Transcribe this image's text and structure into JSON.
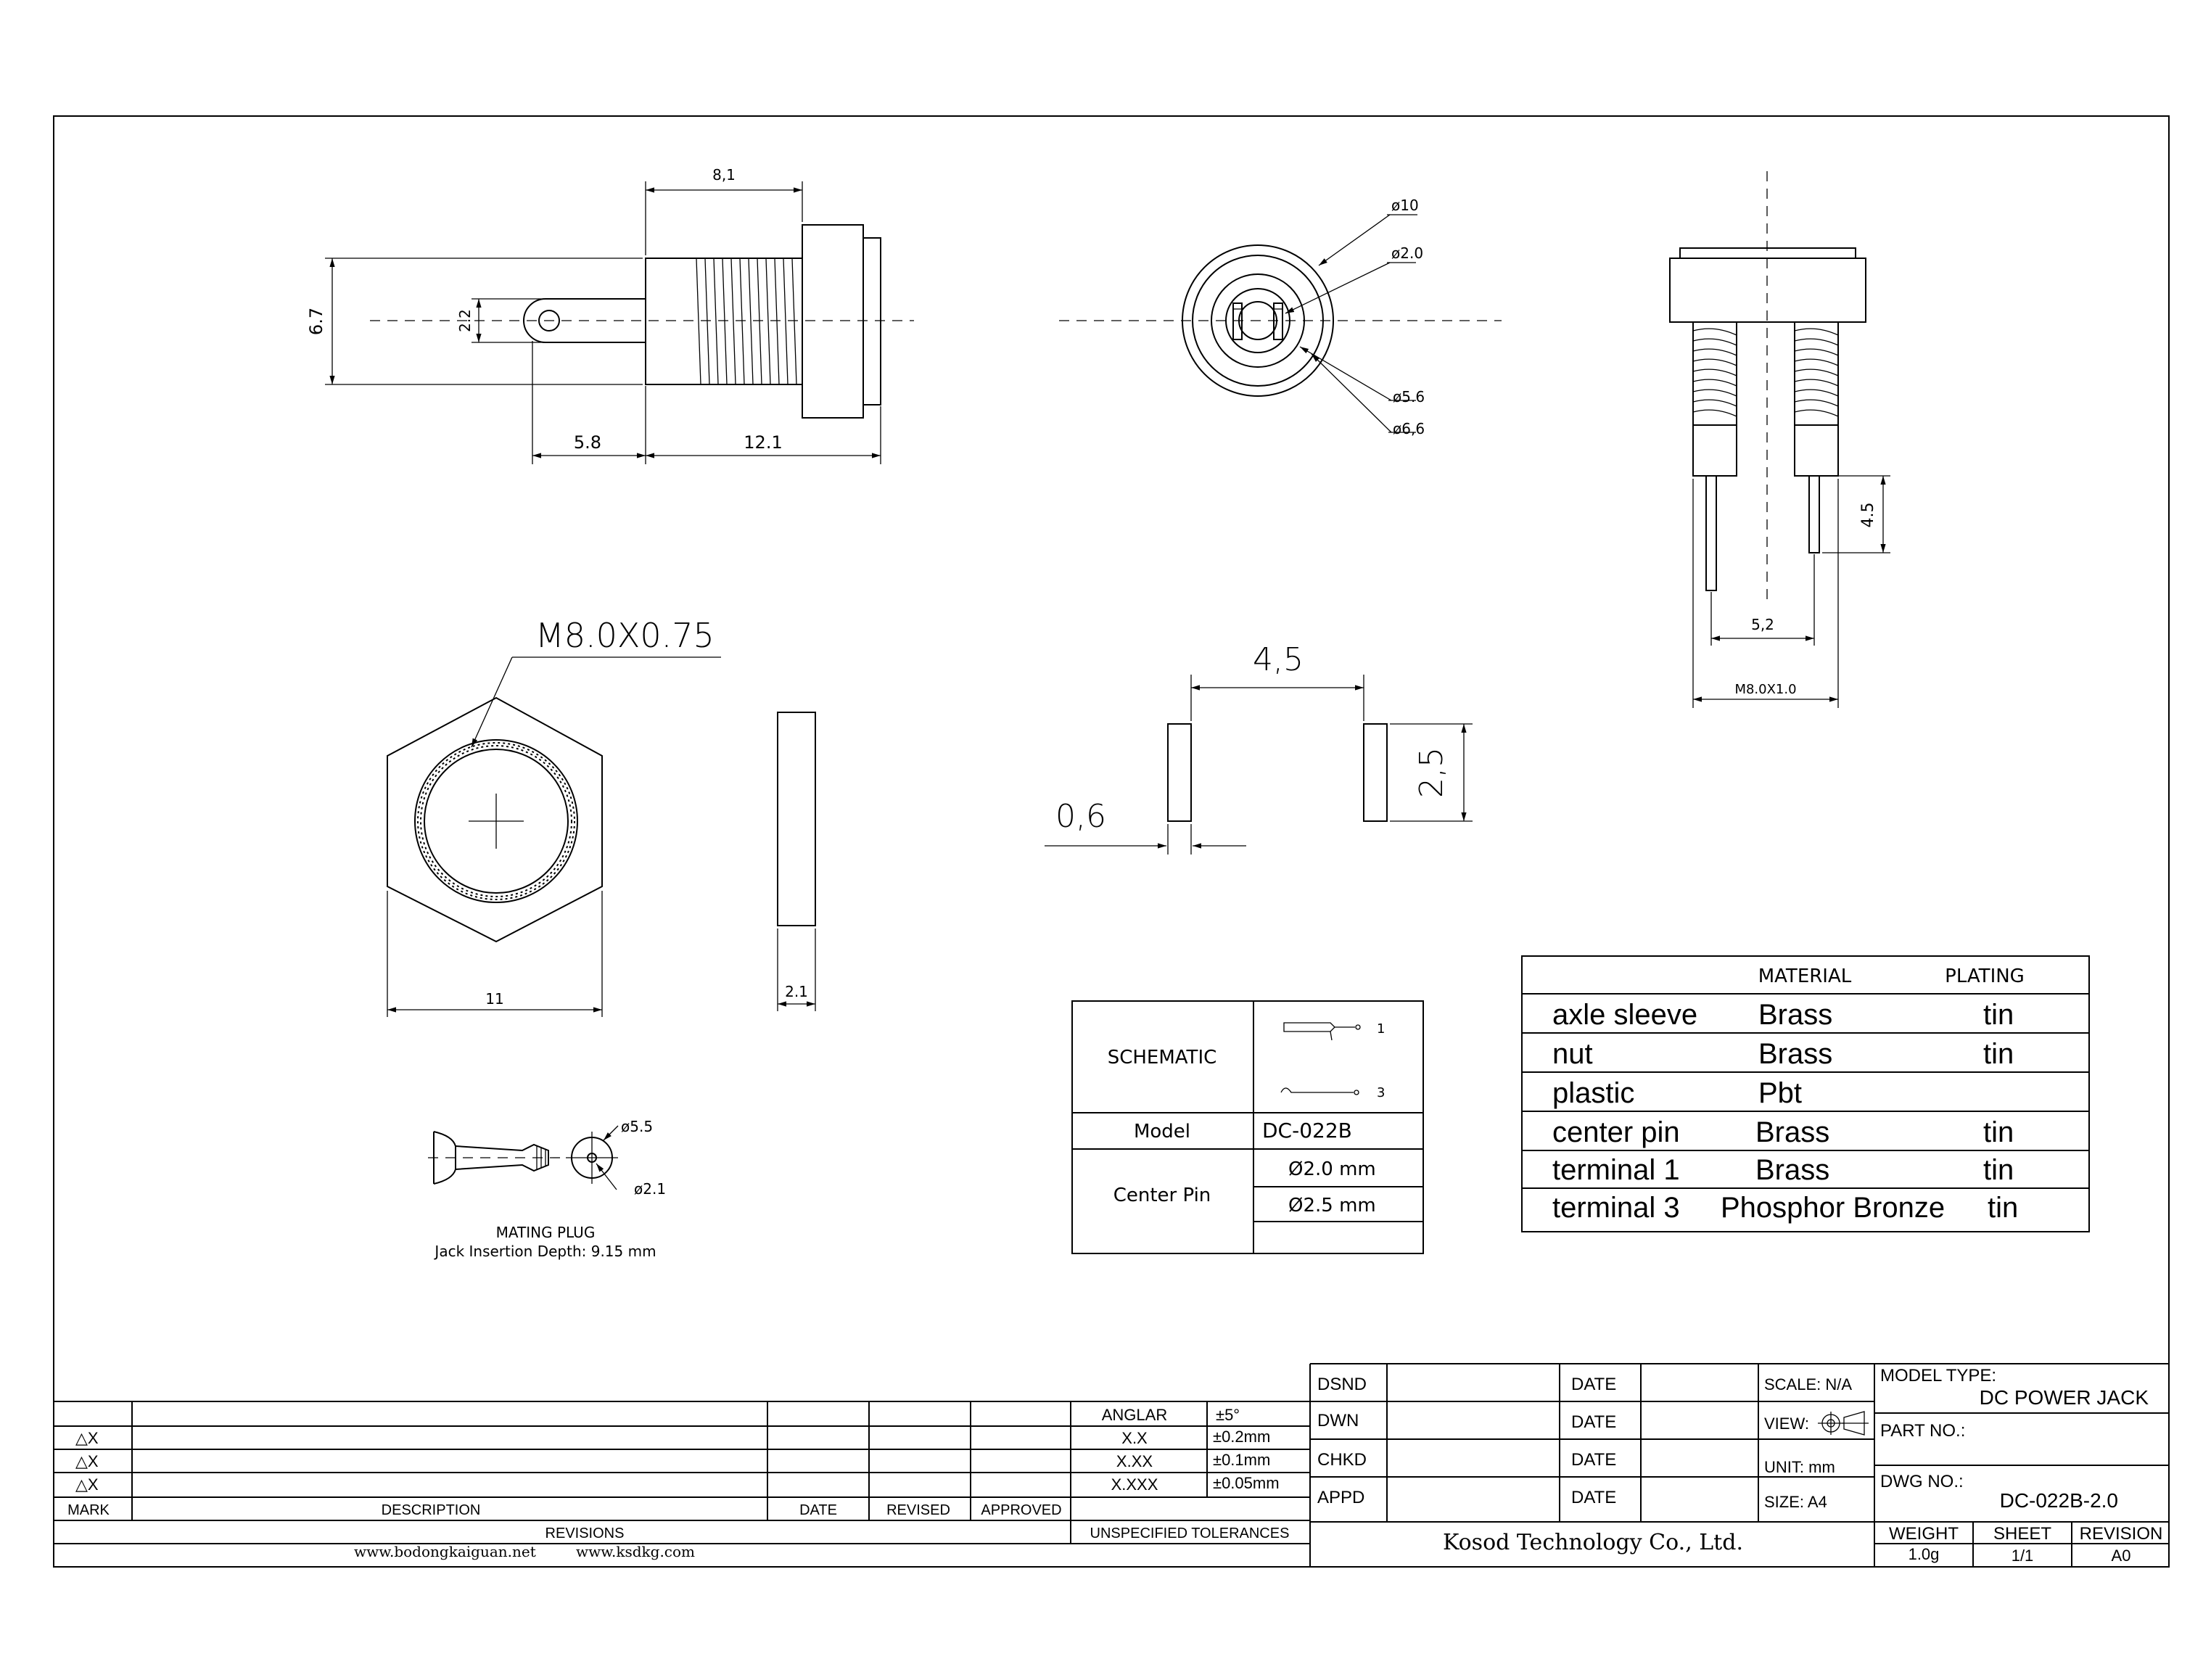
{
  "front_view": {
    "dim_width_top": "8,1",
    "dim_height": "6.7",
    "dim_tab": "2.2",
    "dim_tab_len": "5.8",
    "dim_body_len": "12.1"
  },
  "end_view": {
    "dim_d10": "ø10",
    "dim_d20": "ø2.0",
    "dim_d56": "ø5.6",
    "dim_d66": "ø6,6"
  },
  "side_view": {
    "dim_45": "4.5",
    "dim_52": "5,2",
    "dim_thread": "M8.0X1.0"
  },
  "nut_view": {
    "thread_label": "M8.0X0.75",
    "dim_width": "11",
    "dim_thick": "2.1"
  },
  "pin_detail": {
    "dim_spacing": "4,5",
    "dim_height": "2,5",
    "dim_width": "0,6"
  },
  "mating_plug": {
    "dim_outer": "ø5.5",
    "dim_inner": "ø2.1",
    "title": "MATING PLUG",
    "subtitle": "Jack Insertion Depth: 9.15 mm"
  },
  "schematic_table": {
    "schematic_label": "SCHEMATIC",
    "pin1": "1",
    "pin3": "3",
    "model_label": "Model",
    "model_value": "DC-022B",
    "center_pin_label": "Center Pin",
    "center_pin_values": [
      "Ø2.0 mm",
      "Ø2.5 mm"
    ]
  },
  "material_table": {
    "headers": [
      "MATERIAL",
      "PLATING"
    ],
    "rows": [
      {
        "part": "axle sleeve",
        "material": "Brass",
        "plating": "tin"
      },
      {
        "part": "nut",
        "material": "Brass",
        "plating": "tin"
      },
      {
        "part": "plastic",
        "material": "Pbt",
        "plating": ""
      },
      {
        "part": "center pin",
        "material": "Brass",
        "plating": "tin"
      },
      {
        "part": "terminal 1",
        "material": "Brass",
        "plating": "tin"
      },
      {
        "part": "terminal 3",
        "material": "Phosphor Bronze",
        "plating": "tin"
      }
    ]
  },
  "revisions": {
    "row_mark": "△X",
    "headers": [
      "MARK",
      "DESCRIPTION",
      "DATE",
      "REVISED",
      "APPROVED"
    ],
    "footer": "REVISIONS",
    "tolerances": [
      {
        "label": "ANGLAR",
        "value": "±5°"
      },
      {
        "label": "X.X",
        "value": "±0.2mm"
      },
      {
        "label": "X.XX",
        "value": "±0.1mm"
      },
      {
        "label": "X.XXX",
        "value": "±0.05mm"
      }
    ],
    "tolerances_footer": "UNSPECIFIED TOLERANCES",
    "website1": "www.bodongkaiguan.net",
    "website2": "www.ksdkg.com"
  },
  "title_block": {
    "dsnd": "DSND",
    "dwn": "DWN",
    "chkd": "CHKD",
    "appd": "APPD",
    "date": "DATE",
    "scale": "SCALE: N/A",
    "view": "VIEW:",
    "unit": "UNIT: mm",
    "size": "SIZE: A4",
    "company": "Kosod Technology Co., Ltd.",
    "model_type_label": "MODEL TYPE:",
    "model_type": "DC POWER JACK",
    "part_no_label": "PART NO.:",
    "dwg_no_label": "DWG NO.:",
    "dwg_no": "DC-022B-2.0",
    "weight_label": "WEIGHT",
    "sheet_label": "SHEET",
    "revision_label": "REVISION",
    "weight": "1.0g",
    "sheet": "1/1",
    "revision": "A0"
  }
}
